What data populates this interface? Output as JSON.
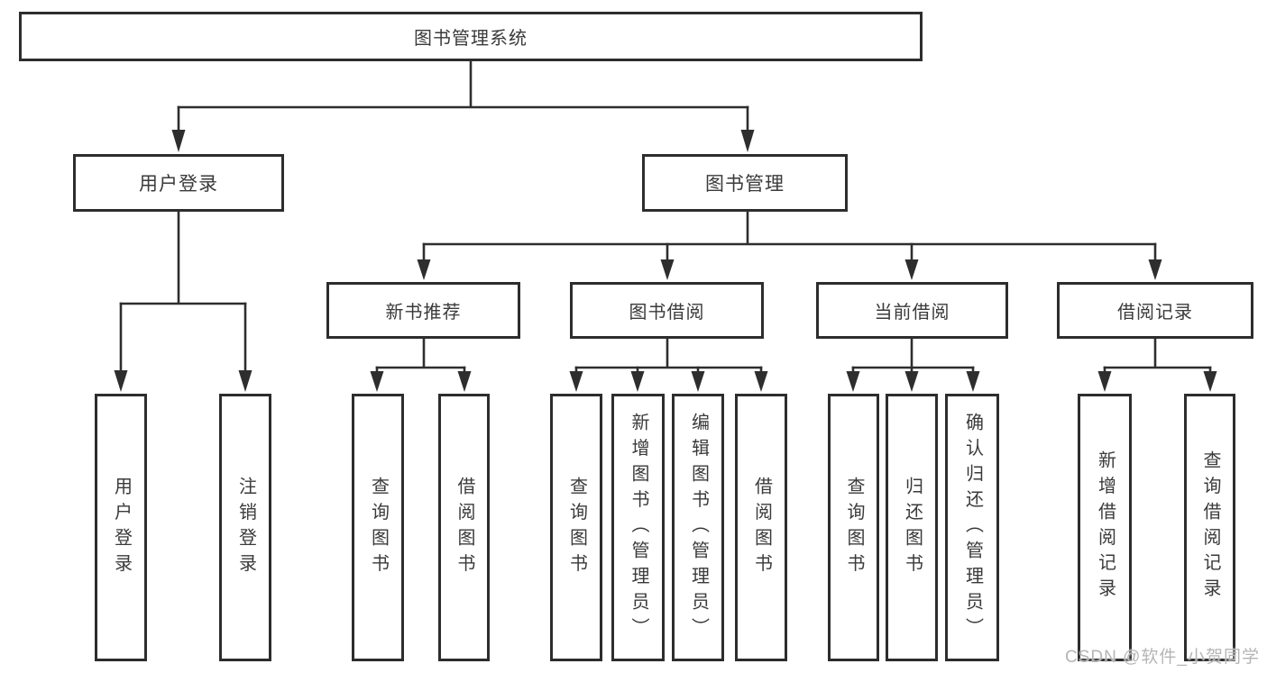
{
  "diagram_type": "hierarchy-tree",
  "nodes": {
    "root": {
      "label": "图书管理系统"
    },
    "level2": [
      {
        "label": "用户登录"
      },
      {
        "label": "图书管理"
      }
    ],
    "level3": [
      {
        "label": "新书推荐",
        "parent": "图书管理"
      },
      {
        "label": "图书借阅",
        "parent": "图书管理"
      },
      {
        "label": "当前借阅",
        "parent": "图书管理"
      },
      {
        "label": "借阅记录",
        "parent": "图书管理"
      }
    ],
    "leaves": [
      {
        "label": "用户登录",
        "parent": "用户登录"
      },
      {
        "label": "注销登录",
        "parent": "用户登录"
      },
      {
        "label": "查询图书",
        "parent": "新书推荐"
      },
      {
        "label": "借阅图书",
        "parent": "新书推荐"
      },
      {
        "label": "查询图书",
        "parent": "图书借阅"
      },
      {
        "label": "新增图书（管理员）",
        "parent": "图书借阅"
      },
      {
        "label": "编辑图书（管理员）",
        "parent": "图书借阅"
      },
      {
        "label": "借阅图书",
        "parent": "图书借阅"
      },
      {
        "label": "查询图书",
        "parent": "当前借阅"
      },
      {
        "label": "归还图书",
        "parent": "当前借阅"
      },
      {
        "label": "确认归还（管理员）",
        "parent": "当前借阅"
      },
      {
        "label": "新增借阅记录",
        "parent": "借阅记录"
      },
      {
        "label": "查询借阅记录",
        "parent": "借阅记录"
      }
    ]
  },
  "watermark": {
    "text": "CSDN @软件_小贺同学"
  },
  "colors": {
    "line": "#2e2e2e",
    "box_border": "#2d2d2d",
    "text": "#3a3a3a",
    "watermark": "#b5b5b5",
    "background": "#ffffff"
  }
}
